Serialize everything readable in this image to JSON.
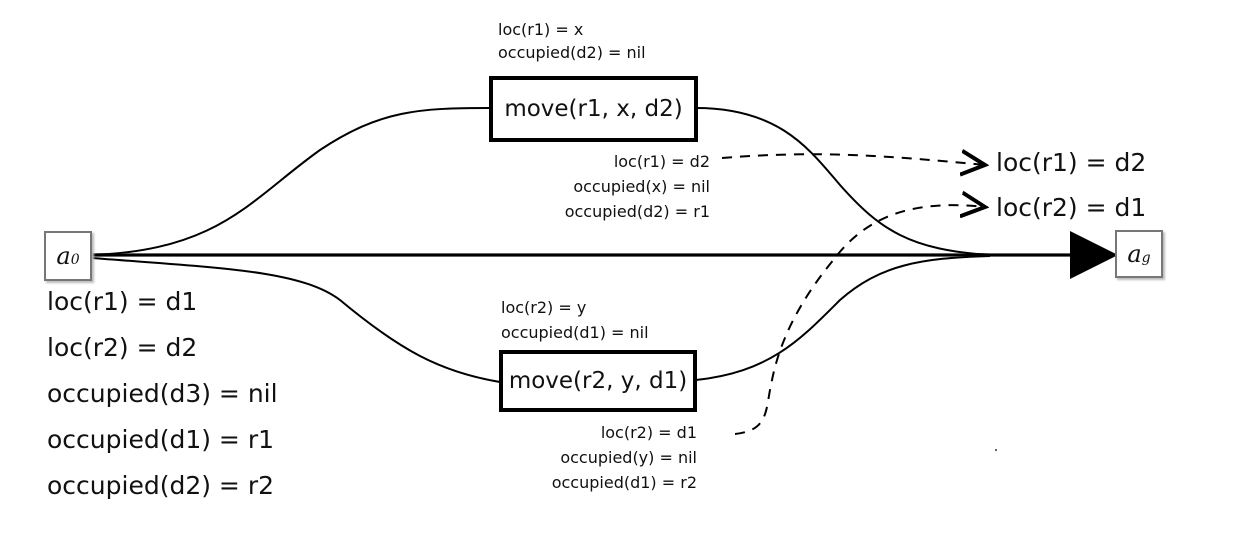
{
  "start_node": {
    "symbol": "a",
    "subscript": "0"
  },
  "goal_node": {
    "symbol": "a",
    "subscript": "g"
  },
  "initial_state": [
    "loc(r1) = d1",
    "loc(r2) = d2",
    "occupied(d3) = nil",
    "occupied(d1) = r1",
    "occupied(d2) = r2"
  ],
  "goal_conditions": [
    "loc(r1) = d2",
    "loc(r2) = d1"
  ],
  "action_top": {
    "label": "move(r1, x, d2)",
    "preconditions": [
      "loc(r1) = x",
      "occupied(d2) = nil"
    ],
    "effects": [
      "loc(r1) = d2",
      "occupied(x) = nil",
      "occupied(d2) = r1"
    ]
  },
  "action_bottom": {
    "label": "move(r2, y, d1)",
    "preconditions": [
      "loc(r2) = y",
      "occupied(d1) = nil"
    ],
    "effects": [
      "loc(r2) = d1",
      "occupied(y) = nil",
      "occupied(d1) = r2"
    ]
  }
}
